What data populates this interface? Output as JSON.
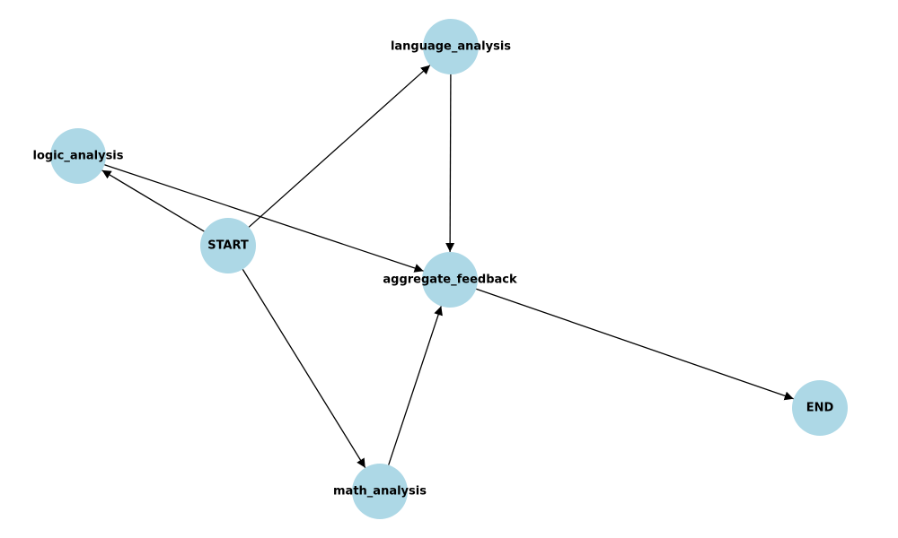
{
  "style": {
    "node_color": "#add8e6",
    "edge_color": "#000000",
    "label_color": "#000000"
  },
  "nodes": [
    {
      "id": "language_analysis",
      "label": "language_analysis"
    },
    {
      "id": "logic_analysis",
      "label": "logic_analysis"
    },
    {
      "id": "START",
      "label": "START"
    },
    {
      "id": "aggregate_feedback",
      "label": "aggregate_feedback"
    },
    {
      "id": "END",
      "label": "END"
    },
    {
      "id": "math_analysis",
      "label": "math_analysis"
    }
  ],
  "edges": [
    {
      "from": "START",
      "to": "language_analysis"
    },
    {
      "from": "START",
      "to": "logic_analysis"
    },
    {
      "from": "START",
      "to": "math_analysis"
    },
    {
      "from": "language_analysis",
      "to": "aggregate_feedback"
    },
    {
      "from": "logic_analysis",
      "to": "aggregate_feedback"
    },
    {
      "from": "math_analysis",
      "to": "aggregate_feedback"
    },
    {
      "from": "aggregate_feedback",
      "to": "END"
    }
  ]
}
